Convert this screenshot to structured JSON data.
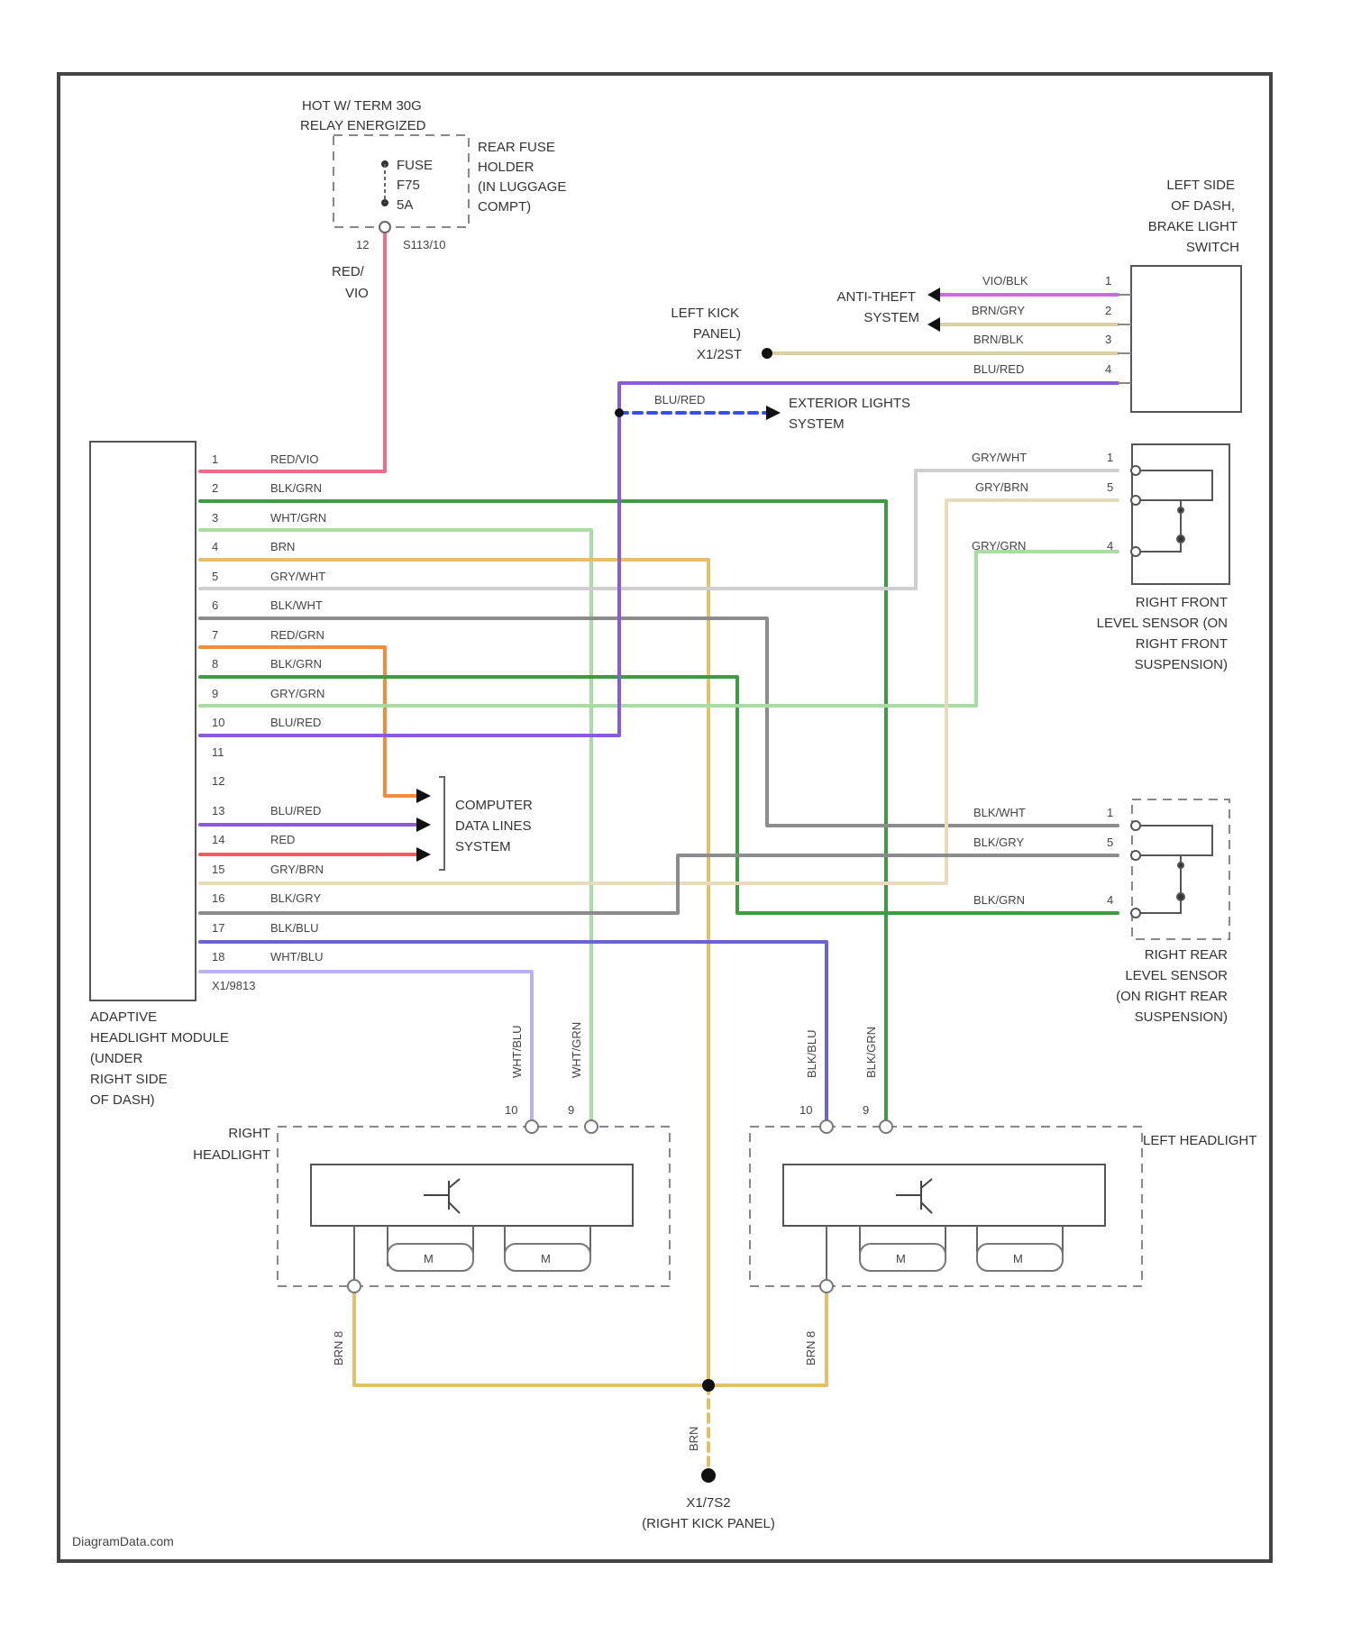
{
  "source_credit": "DiagramData.com",
  "fuse": {
    "hot_label_1": "HOT W/ TERM 30G",
    "hot_label_2": "RELAY ENERGIZED",
    "label_1": "FUSE",
    "label_2": "F75",
    "label_3": "5A",
    "holder_1": "REAR FUSE",
    "holder_2": "HOLDER",
    "holder_3": "(IN LUGGAGE",
    "holder_4": "COMPT)",
    "connector": "S113/10",
    "pin": "12",
    "wire_1": "RED/",
    "wire_2": "VIO"
  },
  "brake_switch": {
    "title_1": "LEFT SIDE",
    "title_2": "OF DASH,",
    "title_3": "BRAKE LIGHT",
    "title_4": "SWITCH",
    "pins": [
      "1",
      "2",
      "3",
      "4"
    ],
    "wires": [
      "VIO/BLK",
      "BRN/GRY",
      "BRN/BLK",
      "BLU/RED"
    ]
  },
  "anti_theft": {
    "line_1": "ANTI-THEFT",
    "line_2": "SYSTEM"
  },
  "kick_panel": {
    "line_1": "LEFT KICK",
    "line_2": "PANEL)",
    "line_3": "X1/2ST"
  },
  "exterior_lights": {
    "wire": "BLU/RED",
    "line_1": "EXTERIOR LIGHTS",
    "line_2": "SYSTEM"
  },
  "module": {
    "pins": [
      "1",
      "2",
      "3",
      "4",
      "5",
      "6",
      "7",
      "8",
      "9",
      "10",
      "11",
      "12",
      "13",
      "14",
      "15",
      "16",
      "17",
      "18"
    ],
    "wires": [
      "RED/VIO",
      "BLK/GRN",
      "WHT/GRN",
      "BRN",
      "GRY/WHT",
      "BLK/WHT",
      "RED/GRN",
      "BLK/GRN",
      "GRY/GRN",
      "BLU/RED",
      "",
      "",
      "BLU/RED",
      "RED",
      "GRY/BRN",
      "BLK/GRY",
      "BLK/BLU",
      "WHT/BLU"
    ],
    "connector": "X1/9813",
    "label_1": "ADAPTIVE",
    "label_2": "HEADLIGHT MODULE",
    "label_3": "(UNDER",
    "label_4": "RIGHT SIDE",
    "label_5": "OF DASH)"
  },
  "computer_data": {
    "line_1": "COMPUTER",
    "line_2": "DATA LINES",
    "line_3": "SYSTEM"
  },
  "rf_sensor": {
    "pins": [
      "1",
      "5",
      "4"
    ],
    "wires": [
      "GRY/WHT",
      "GRY/BRN",
      "GRY/GRN"
    ],
    "label_1": "RIGHT FRONT",
    "label_2": "LEVEL SENSOR (ON",
    "label_3": "RIGHT FRONT",
    "label_4": "SUSPENSION)"
  },
  "rr_sensor": {
    "pins": [
      "1",
      "5",
      "4"
    ],
    "wires": [
      "BLK/WHT",
      "BLK/GRY",
      "BLK/GRN"
    ],
    "label_1": "RIGHT REAR",
    "label_2": "LEVEL SENSOR",
    "label_3": "(ON RIGHT REAR",
    "label_4": "SUSPENSION)"
  },
  "right_headlight": {
    "label_1": "RIGHT",
    "label_2": "HEADLIGHT",
    "pin_a": "10",
    "pin_b": "9",
    "wire_a": "WHT/BLU",
    "wire_b": "WHT/GRN",
    "motor_1": "M",
    "motor_2": "M",
    "ground_wire": "BRN 8"
  },
  "left_headlight": {
    "label": "LEFT HEADLIGHT",
    "pin_a": "10",
    "pin_b": "9",
    "wire_a": "BLK/BLU",
    "wire_b": "BLK/GRN",
    "motor_1": "M",
    "motor_2": "M",
    "ground_wire": "BRN 8"
  },
  "ground": {
    "wire": "BRN",
    "line_1": "X1/7S2",
    "line_2": "(RIGHT KICK PANEL)"
  },
  "colors": {
    "red": "#f06d8a",
    "red_bright": "#ff5a5a",
    "green": "#3f9a45",
    "light_green": "#9fd89a",
    "orange": "#f08c3a",
    "tan": "#e5c773",
    "grey": "#8c8c8c",
    "light_grey": "#cfcfcf",
    "purple": "#8a5ad8",
    "blue_violet": "#6a62d8",
    "pale_violet": "#b8b0f0",
    "violet_pink": "#d06ae0",
    "tan_grey": "#d8cfa5",
    "blue_dash": "#3a4ee8"
  }
}
